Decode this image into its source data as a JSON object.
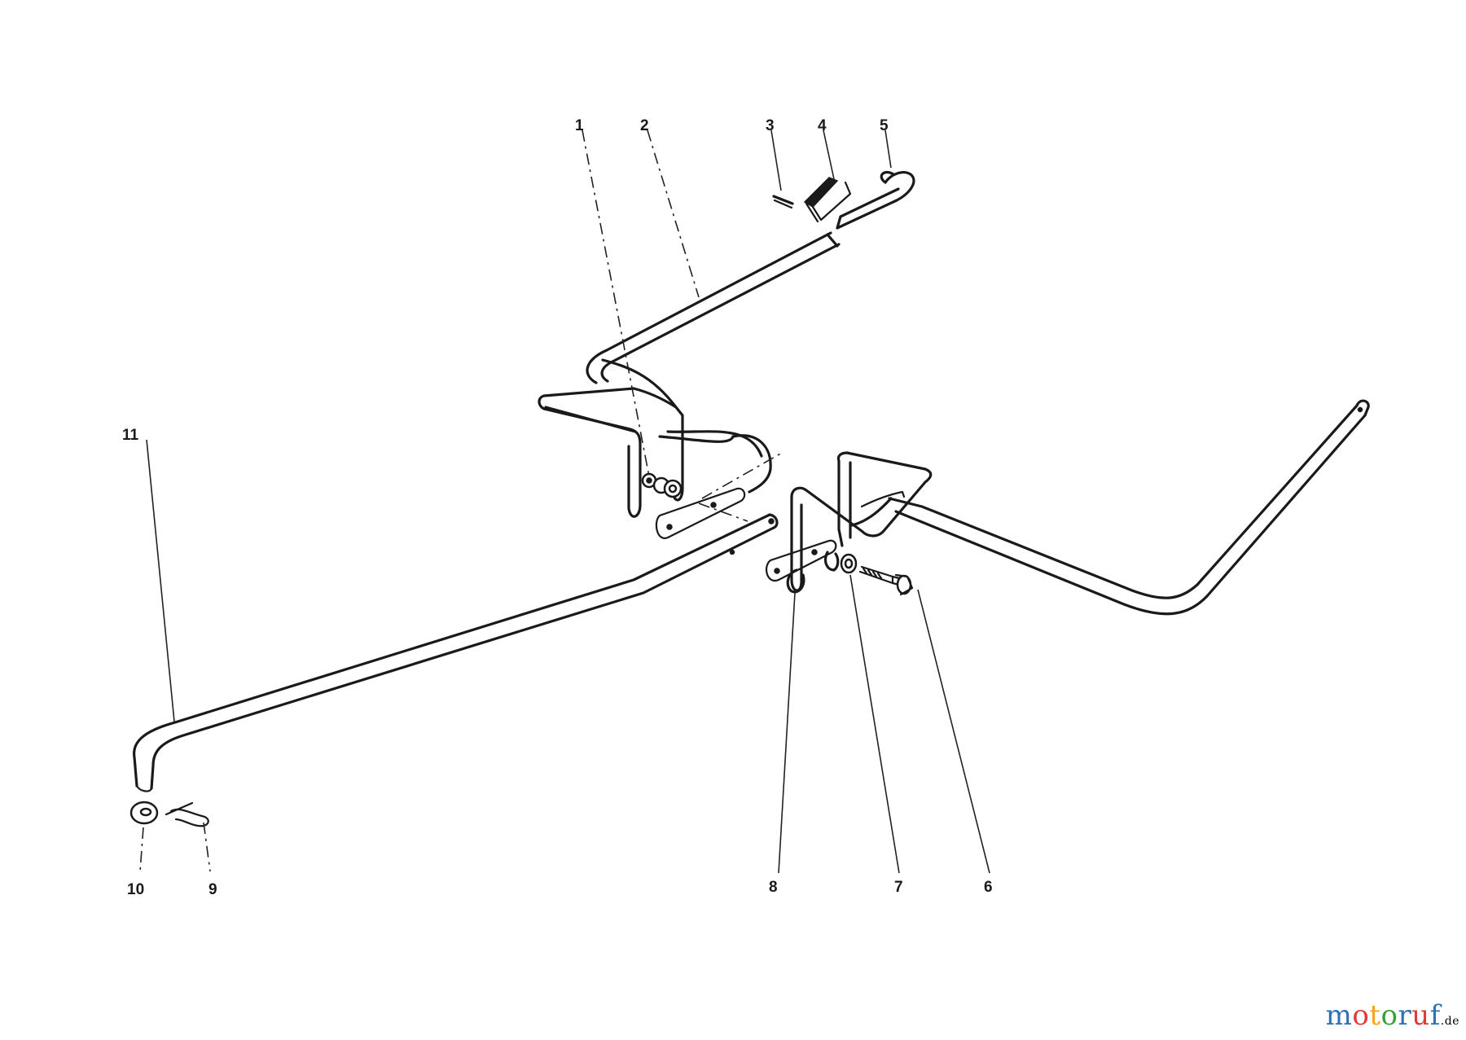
{
  "diagram": {
    "callouts": [
      {
        "id": "1",
        "label": "1"
      },
      {
        "id": "2",
        "label": "2"
      },
      {
        "id": "3",
        "label": "3"
      },
      {
        "id": "4",
        "label": "4"
      },
      {
        "id": "5",
        "label": "5"
      },
      {
        "id": "6",
        "label": "6"
      },
      {
        "id": "7",
        "label": "7"
      },
      {
        "id": "8",
        "label": "8"
      },
      {
        "id": "9",
        "label": "9"
      },
      {
        "id": "10",
        "label": "10"
      },
      {
        "id": "11",
        "label": "11"
      }
    ]
  },
  "watermark": {
    "text": "motoruf",
    "suffix": ".de",
    "colors": [
      "#2e6fb5",
      "#e23a3a",
      "#f2a516",
      "#3a9e3a",
      "#2e6fb5",
      "#e23a3a",
      "#2e6fb5"
    ]
  }
}
